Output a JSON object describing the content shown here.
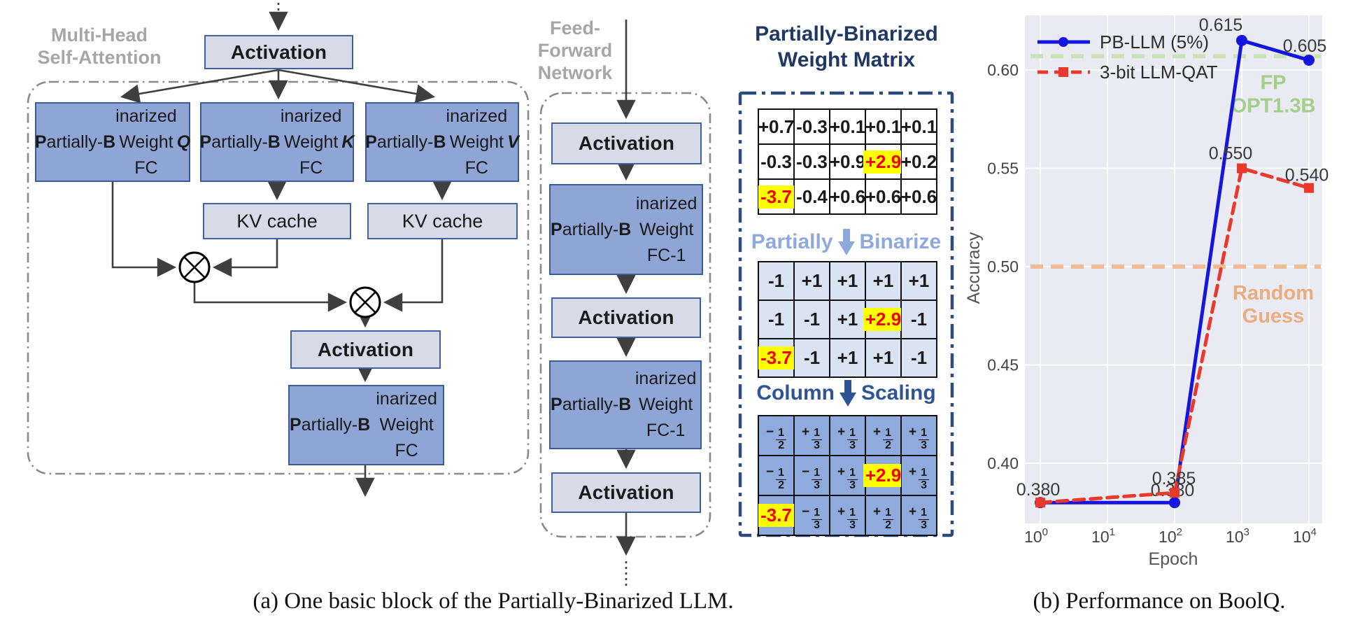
{
  "attention": {
    "section_label": [
      "Multi-Head",
      "Self-Attention"
    ],
    "activation_top": "Activation",
    "fc_q_lines": [
      "**P**artially-",
      "**B**inarized",
      "Weight FC ***Q***"
    ],
    "fc_k_lines": [
      "**P**artially-",
      "**B**inarized",
      "Weight FC ***K***"
    ],
    "fc_v_lines": [
      "**P**artially-",
      "**B**inarized",
      "Weight FC ***V***"
    ],
    "kv_cache_k": "KV cache",
    "kv_cache_v": "KV cache",
    "activation_mid": "Activation",
    "fc_out_lines": [
      "**P**artially-",
      "**B**inarized",
      "Weight FC"
    ]
  },
  "ffn": {
    "section_label": [
      "Feed-",
      "Forward",
      "Network"
    ],
    "activation_1": "Activation",
    "fc1_lines": [
      "**P**artially-",
      "**B**inarized",
      "Weight FC-1"
    ],
    "activation_2": "Activation",
    "fc2_lines": [
      "**P**artially-",
      "**B**inarized",
      "Weight FC-1"
    ],
    "activation_3": "Activation"
  },
  "matrix_panel": {
    "title_lines": [
      "Partially-Binarized",
      "Weight Matrix"
    ],
    "step1_label": {
      "left": "Partially",
      "right": "Binarize",
      "color": "#8ea9db"
    },
    "step2_label": {
      "left": "Column",
      "right": "Scaling",
      "color": "#2f5496"
    },
    "matrix1": {
      "rows": [
        [
          "+0.7",
          "-0.3",
          "+0.1",
          "+0.1",
          "+0.1"
        ],
        [
          "-0.3",
          "-0.3",
          "+0.9",
          "+2.9",
          "+0.2"
        ],
        [
          "-3.7",
          "-0.4",
          "+0.6",
          "+0.6",
          "+0.6"
        ]
      ],
      "highlights": [
        [
          1,
          3
        ],
        [
          2,
          0
        ]
      ]
    },
    "matrix2": {
      "rows": [
        [
          "-1",
          "+1",
          "+1",
          "+1",
          "+1"
        ],
        [
          "-1",
          "-1",
          "+1",
          "+2.9",
          "-1"
        ],
        [
          "-3.7",
          "-1",
          "+1",
          "+1",
          "-1"
        ]
      ],
      "highlights": [
        [
          1,
          3
        ],
        [
          2,
          0
        ]
      ]
    },
    "matrix3": {
      "rows": [
        [
          "-1/2",
          "+1/3",
          "+1/3",
          "+1/2",
          "+1/3"
        ],
        [
          "-1/2",
          "-1/3",
          "+1/3",
          "+2.9",
          "+1/3"
        ],
        [
          "-3.7",
          "-1/3",
          "+1/3",
          "+1/2",
          "+1/3"
        ]
      ],
      "highlights": [
        [
          1,
          3
        ],
        [
          2,
          0
        ]
      ]
    }
  },
  "captions": {
    "a": "(a) One basic block of the Partially-Binarized LLM.",
    "b": "(b) Performance on BoolQ."
  },
  "chart_data": {
    "type": "line",
    "xlabel": "Epoch",
    "ylabel": "Accuracy",
    "x_scale": "log",
    "x_ticks": [
      "10^0",
      "10^1",
      "10^2",
      "10^3",
      "10^4"
    ],
    "y_ticks": [
      0.4,
      0.45,
      0.5,
      0.55,
      0.6
    ],
    "ylim": [
      0.369,
      0.628
    ],
    "grid": true,
    "legend_position": "upper left",
    "background": "#e9eaf2",
    "series": [
      {
        "name": "PB-LLM (5%)",
        "color": "#1515e0",
        "style": "solid",
        "marker": "circle",
        "x": [
          1,
          100,
          1000,
          10000
        ],
        "y": [
          0.38,
          0.38,
          0.615,
          0.605
        ],
        "labels": [
          null,
          "0.380",
          "0.615",
          "0.605"
        ]
      },
      {
        "name": "3-bit LLM-QAT",
        "color": "#e8392c",
        "style": "dashed",
        "marker": "square",
        "x": [
          1,
          100,
          1000,
          10000
        ],
        "y": [
          0.38,
          0.385,
          0.55,
          0.54
        ],
        "labels": [
          "0.380",
          "0.385",
          "0.550",
          "0.540"
        ]
      }
    ],
    "reference_lines": [
      {
        "value": 0.607,
        "color": "#c9e2b8",
        "text_color": "#a4cf8b",
        "label_lines": [
          "FP",
          "OPT1.3B"
        ]
      },
      {
        "value": 0.5,
        "color": "#eebb95",
        "text_color": "#e9ad80",
        "label_lines": [
          "Random",
          "Guess"
        ]
      }
    ]
  }
}
